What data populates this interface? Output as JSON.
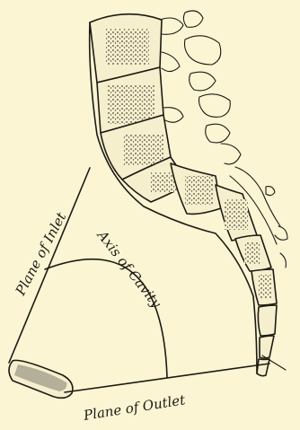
{
  "labels": {
    "inlet": "Plane of Inlet",
    "cavity": "Axis of Cavity",
    "outlet": "Plane of Outlet"
  },
  "colors": {
    "paper": "#fbf5d4",
    "ink": "#1d1a14"
  }
}
